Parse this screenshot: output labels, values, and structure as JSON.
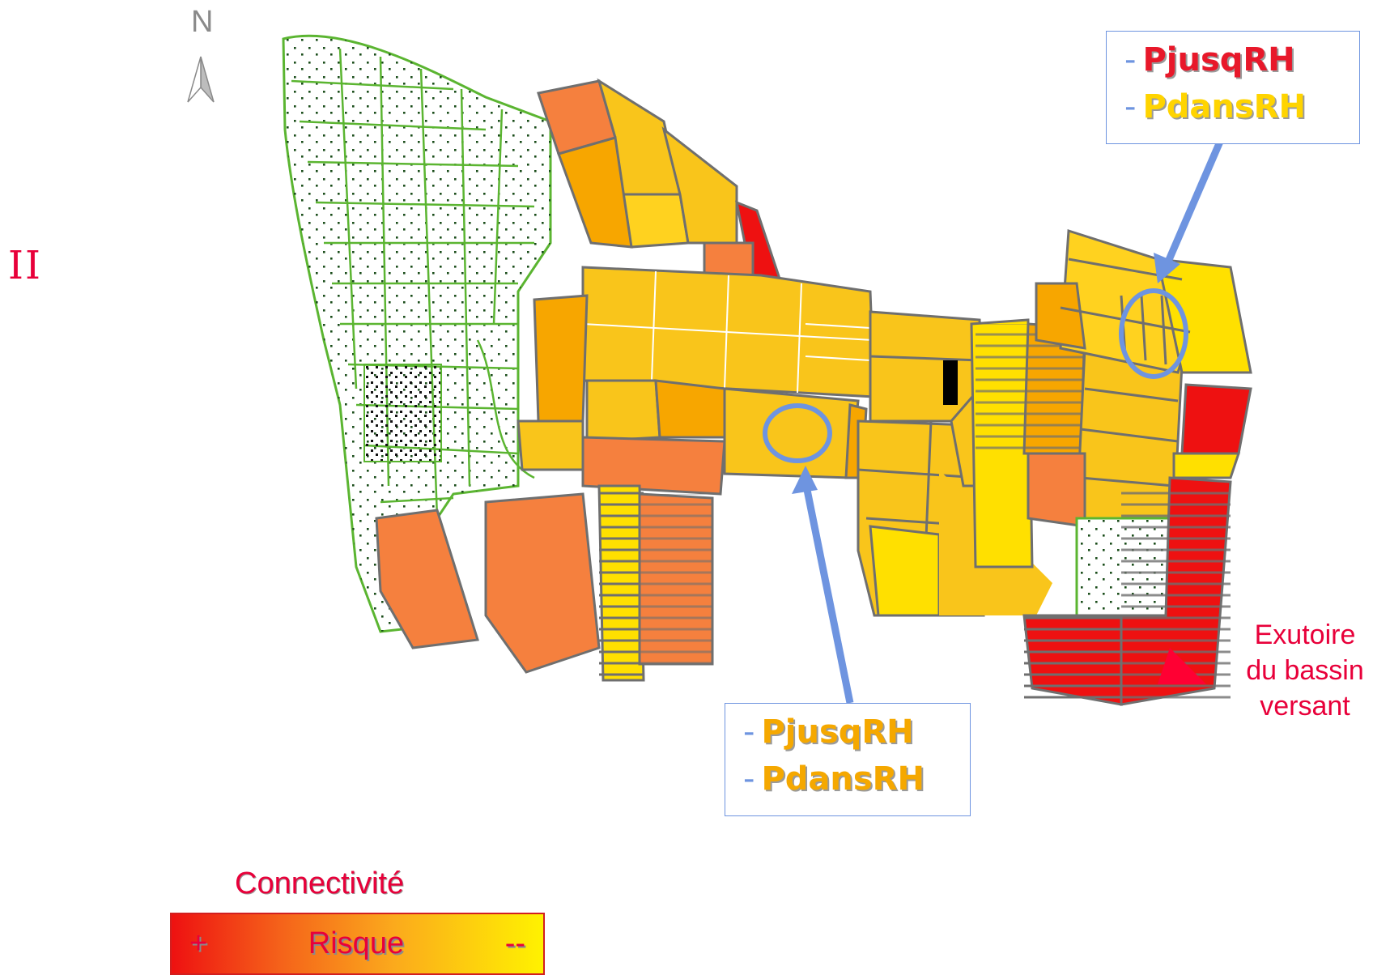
{
  "slide_number": "II",
  "north_label": "N",
  "callout_top": {
    "line1": "PjusqRH",
    "line2": "PdansRH",
    "line1_color": "#e8182a",
    "line2_color": "#ffd400"
  },
  "callout_bottom": {
    "line1": "PjusqRH",
    "line2": "PdansRH",
    "line1_color": "#f5a800",
    "line2_color": "#f5a800"
  },
  "outlet_label": [
    "Exutoire",
    "du bassin",
    "versant"
  ],
  "legend": {
    "title": "Connectivité",
    "left_symbol": "+",
    "center_label": "Risque",
    "right_symbol": "--"
  },
  "colors": {
    "very_high": "#ee1111",
    "high": "#f5803e",
    "medium_high": "#f7a600",
    "medium": "#f9c51b",
    "low": "#ffe000",
    "none": "#ffffff",
    "parcel_border": "#6f6f6f",
    "forest_border": "#5bb531",
    "callout_border": "#6e94e0"
  }
}
